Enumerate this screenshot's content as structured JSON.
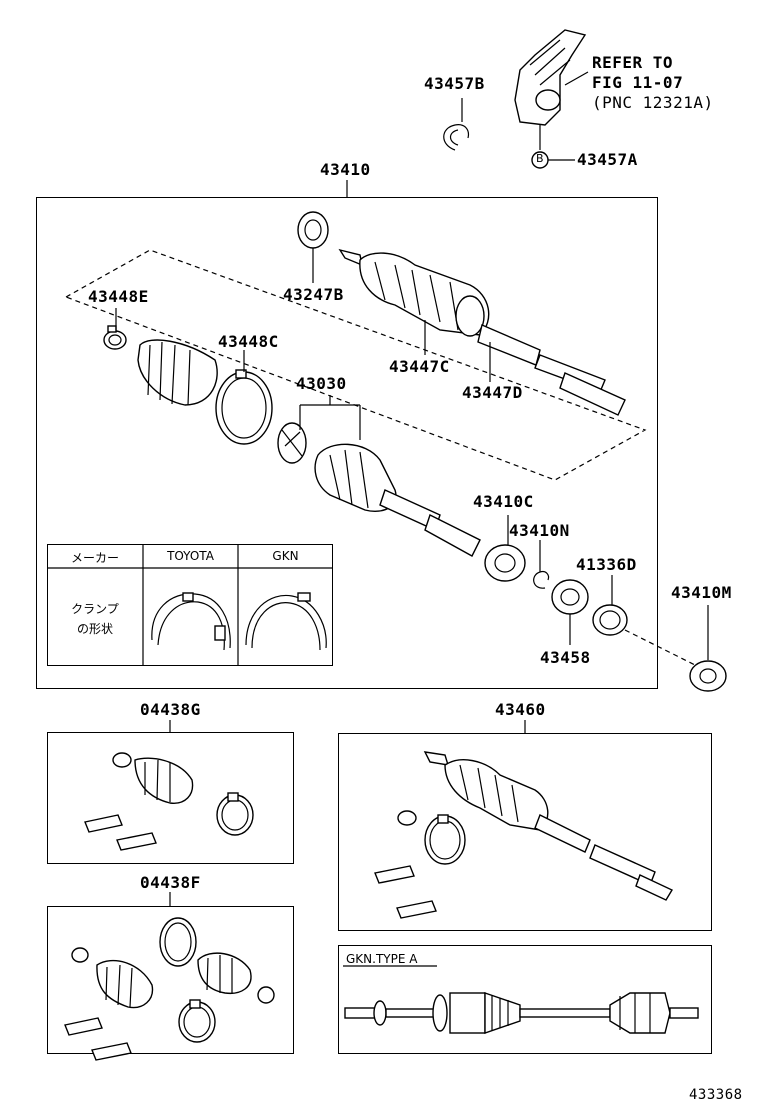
{
  "labels": {
    "p43457B": "43457B",
    "p43457A": "43457A",
    "p43410": "43410",
    "p43247B": "43247B",
    "p43448E": "43448E",
    "p43448C": "43448C",
    "p43447C": "43447C",
    "p43447D": "43447D",
    "p43030": "43030",
    "p43410C": "43410C",
    "p43410N": "43410N",
    "p41336D": "41336D",
    "p43410M": "43410M",
    "p43458": "43458",
    "p04438G": "04438G",
    "p04438F": "04438F",
    "p43460": "43460",
    "circle_b": "B",
    "figure_no": "433368"
  },
  "refer": {
    "line1": "REFER TO",
    "line2": "FIG 11-07",
    "line3": "(PNC 12321A)"
  },
  "clamp_table": {
    "col_maker": "メーカー",
    "col_toyota": "TOYOTA",
    "col_gkn": "GKN",
    "row_label_1": "クランプ",
    "row_label_2": "の形状"
  },
  "gkn_box": {
    "title": "GKN.TYPE A"
  }
}
